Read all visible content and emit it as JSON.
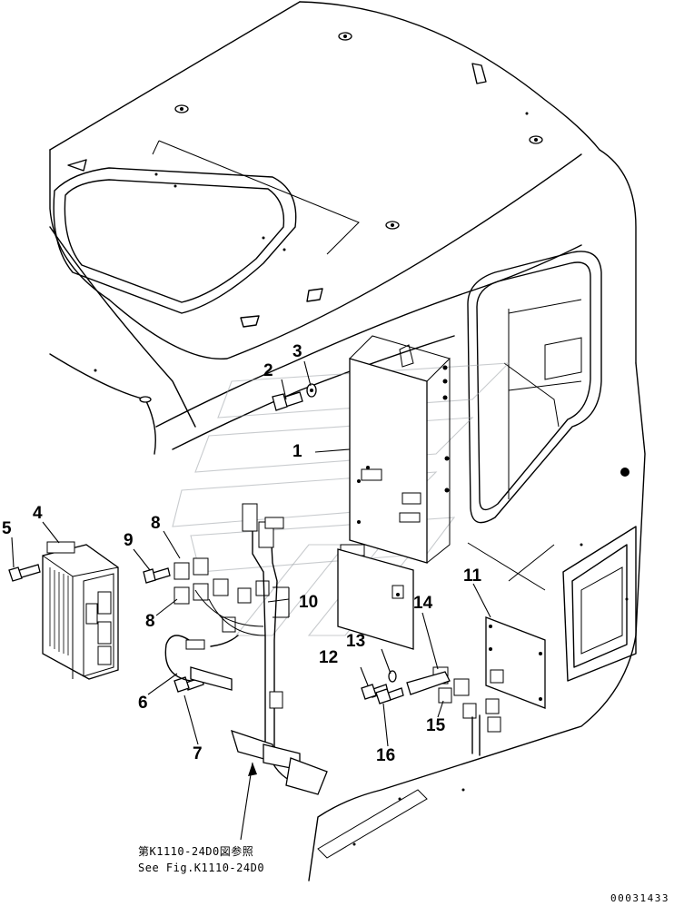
{
  "callouts": [
    {
      "id": "1",
      "label": "1"
    },
    {
      "id": "2",
      "label": "2"
    },
    {
      "id": "3",
      "label": "3"
    },
    {
      "id": "4",
      "label": "4"
    },
    {
      "id": "5",
      "label": "5"
    },
    {
      "id": "6",
      "label": "6"
    },
    {
      "id": "7",
      "label": "7"
    },
    {
      "id": "8a",
      "label": "8"
    },
    {
      "id": "8b",
      "label": "8"
    },
    {
      "id": "9",
      "label": "9"
    },
    {
      "id": "10",
      "label": "10"
    },
    {
      "id": "11",
      "label": "11"
    },
    {
      "id": "12",
      "label": "12"
    },
    {
      "id": "13",
      "label": "13"
    },
    {
      "id": "14",
      "label": "14"
    },
    {
      "id": "15",
      "label": "15"
    },
    {
      "id": "16",
      "label": "16"
    }
  ],
  "reference_note": {
    "line_jp": "第K1110-24D0図参照",
    "line_en": "See Fig.K1110-24D0"
  },
  "drawing_code": "00031433"
}
